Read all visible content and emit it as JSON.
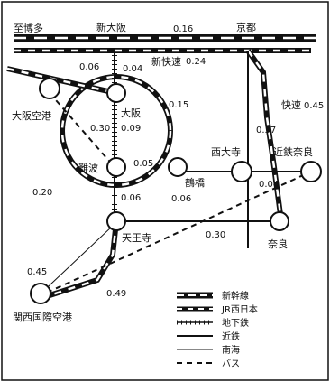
{
  "map": {
    "stations": {
      "hakata": "至博多",
      "shin_osaka": "新大阪",
      "kyoto": "京都",
      "osaka_airport": "大阪空港",
      "osaka": "大阪",
      "nishi_daiji": "西大寺",
      "kintetsu_nara": "近鉄奈良",
      "namba": "難波",
      "tsuruhashi": "鶴橋",
      "tennoji": "天王寺",
      "nara": "奈良",
      "kansai_airport": "関西国際空港"
    },
    "services": {
      "shin_kaisoku": "新快速",
      "kaisoku": "快速"
    },
    "times": {
      "t016": "0.16",
      "t024": "0.24",
      "t006a": "0.06",
      "t004a": "0.04",
      "t045a": "0.45",
      "t015": "0.15",
      "t030a": "0.30",
      "t009": "0.09",
      "t037": "0.37",
      "t005": "0.05",
      "t004b": "0.04",
      "t020": "0.20",
      "t006b": "0.06",
      "t006c": "0.06",
      "t030b": "0.30",
      "t045b": "0.45",
      "t049": "0.49"
    }
  },
  "legend": {
    "shinkansen": "新幹線",
    "jr_west": "JR西日本",
    "subway": "地下鉄",
    "kintetsu": "近鉄",
    "nankai": "南海",
    "bus": "バス"
  }
}
